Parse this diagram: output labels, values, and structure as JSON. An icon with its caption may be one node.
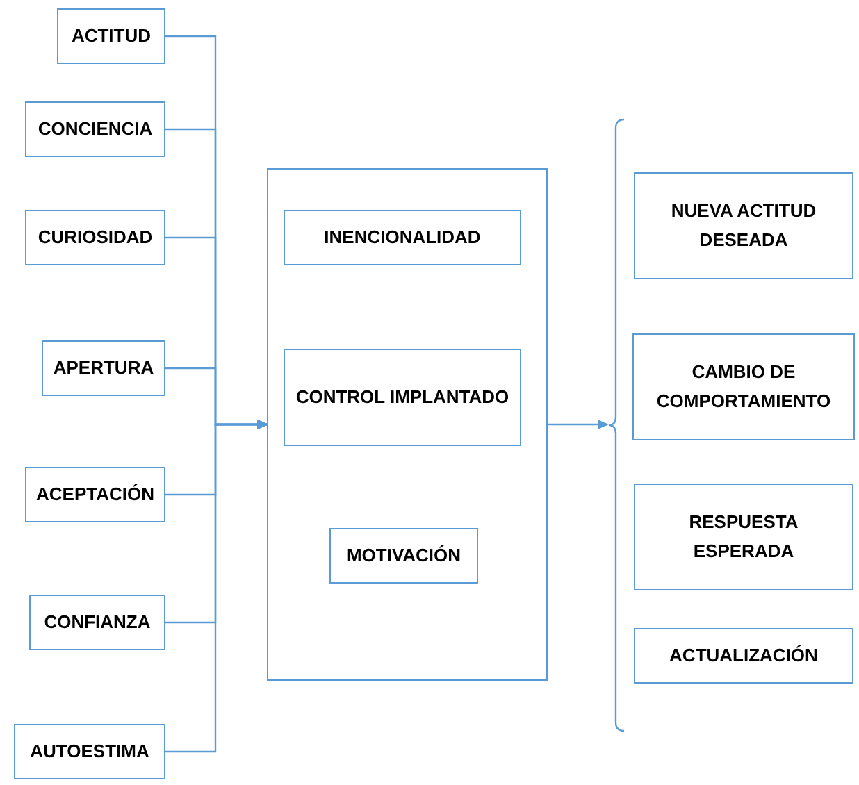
{
  "diagram": {
    "nodes": [
      {
        "text": [
          "ACTITUD"
        ]
      },
      {
        "text": [
          "CONCIENCIA"
        ]
      },
      {
        "text": [
          "CURIOSIDAD"
        ]
      },
      {
        "text": [
          "APERTURA"
        ]
      },
      {
        "text": [
          "ACEPTACIÓN"
        ]
      },
      {
        "text": [
          "CONFIANZA"
        ]
      },
      {
        "text": [
          "AUTOESTIMA"
        ]
      },
      {
        "text": [],
        "shape": "box"
      },
      {
        "text": [
          "INENCIONALIDAD"
        ],
        "in": 7
      },
      {
        "text": [
          "CONTROL IMPLANTADO"
        ],
        "in": 7
      },
      {
        "text": [
          "MOTIVACIÓN"
        ],
        "in": 7
      },
      {
        "text": [],
        "shape": "bracket"
      },
      {
        "text": [
          "NUEVA ACTITUD DESEADA"
        ]
      },
      {
        "text": [
          "CAMBIO DE COMPORTAMIENTO"
        ]
      },
      {
        "text": [
          "RESPUESTA ESPERADA"
        ]
      },
      {
        "text": [
          "ACTUALIZACIÓN"
        ]
      }
    ],
    "edges": [
      {
        "from": 0,
        "to": 7,
        "arrow": "to"
      },
      {
        "from": 1,
        "to": 7,
        "arrow": "to"
      },
      {
        "from": 2,
        "to": 7,
        "arrow": "to"
      },
      {
        "from": 3,
        "to": 7,
        "arrow": "to"
      },
      {
        "from": 4,
        "to": 7,
        "arrow": "to"
      },
      {
        "from": 5,
        "to": 7,
        "arrow": "to"
      },
      {
        "from": 6,
        "to": 7,
        "arrow": "to"
      },
      {
        "from": 7,
        "to": 11,
        "arrow": "to"
      }
    ]
  }
}
